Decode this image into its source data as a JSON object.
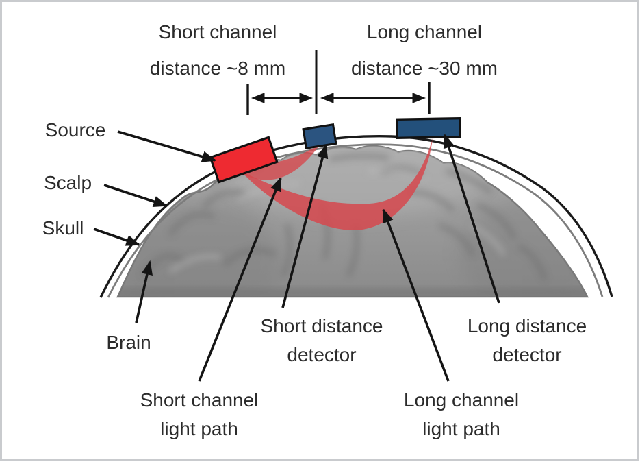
{
  "colors": {
    "source_red": "#ee2a31",
    "detector_blue": "#2b5480",
    "detector_blue_dark": "#23507b",
    "light_path_red": "#d6484d",
    "outline_black": "#141414",
    "text": "#2b2b2b",
    "frame_gray": "#c9cbce",
    "brain_gray": "#9b9b9b"
  },
  "measurements": {
    "short": {
      "line1": "Short channel",
      "line2": "distance ~8 mm"
    },
    "long": {
      "line1": "Long channel",
      "line2": "distance ~30 mm"
    }
  },
  "labels": {
    "source": "Source",
    "scalp": "Scalp",
    "skull": "Skull",
    "brain": "Brain",
    "short_detector": {
      "line1": "Short distance",
      "line2": "detector"
    },
    "long_detector": {
      "line1": "Long distance",
      "line2": "detector"
    },
    "short_path": {
      "line1": "Short channel",
      "line2": "light path"
    },
    "long_path": {
      "line1": "Long channel",
      "line2": "light path"
    }
  }
}
